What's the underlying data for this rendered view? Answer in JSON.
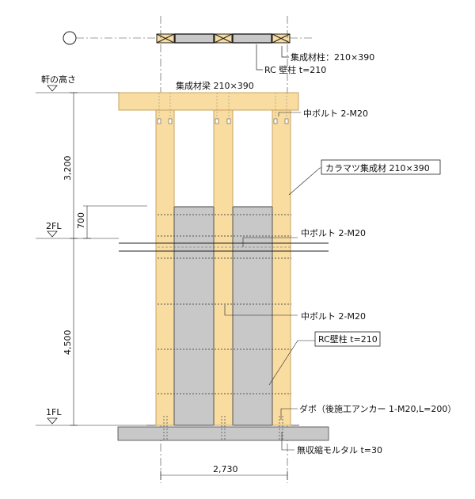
{
  "colors": {
    "timber": "#f8dca0",
    "timber_stroke": "#c8a462",
    "concrete": "#c8c8c8",
    "concrete_stroke": "#555555",
    "base": "#c8c8c8",
    "line": "#222222"
  },
  "levels": {
    "eave": "軒の高さ",
    "second_floor": "2FL",
    "first_floor": "1FL"
  },
  "dimensions": {
    "upper": "3,200",
    "lower": "4,500",
    "overlap": "700",
    "width": "2,730"
  },
  "labels": {
    "plan_column": "集成材柱：210×390",
    "plan_rc": "RC 壁柱 t=210",
    "beam": "集成材梁 210×390",
    "bolt_top": "中ボルト 2-M20",
    "larch": "カラマツ集成材 210×390",
    "bolt_mid": "中ボルト 2-M20",
    "bolt_low": "中ボルト 2-M20",
    "rc_wall": "RC壁柱 t=210",
    "dowel": "ダボ（後施工アンカー 1-M20,L=200）",
    "mortar": "無収縮モルタル t=30"
  }
}
